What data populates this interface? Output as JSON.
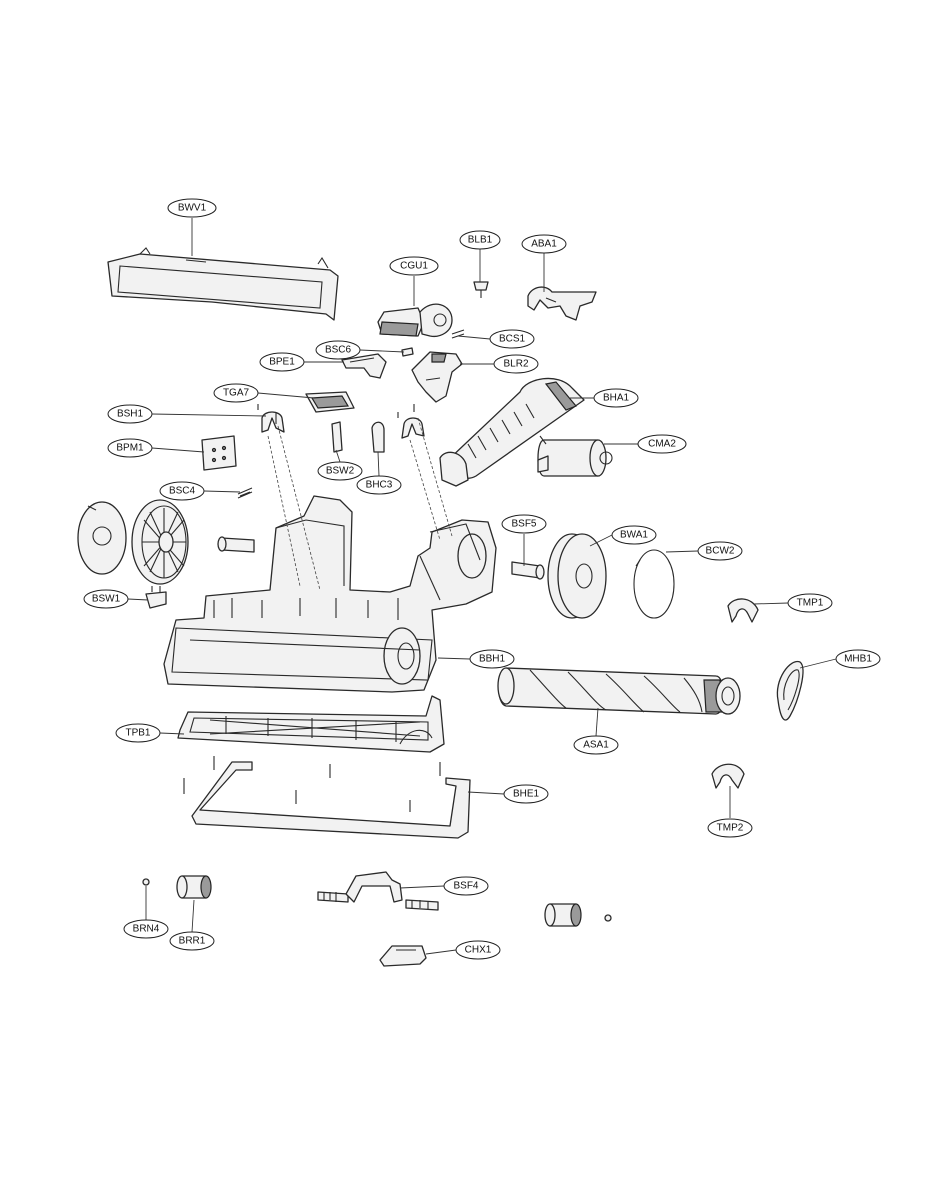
{
  "labels": {
    "bwv1": "BWV1",
    "cgu1": "CGU1",
    "blb1": "BLB1",
    "aba1": "ABA1",
    "bcs1": "BCS1",
    "bsc6": "BSC6",
    "bpe1": "BPE1",
    "blr2": "BLR2",
    "tga7": "TGA7",
    "bha1": "BHA1",
    "bsh1": "BSH1",
    "cma2": "CMA2",
    "bpm1": "BPM1",
    "bsw2": "BSW2",
    "bhc3": "BHC3",
    "bsc4": "BSC4",
    "bsf5": "BSF5",
    "bwa1": "BWA1",
    "bcw2": "BCW2",
    "bsw1": "BSW1",
    "tmp1": "TMP1",
    "bbh1": "BBH1",
    "mhb1": "MHB1",
    "asa1": "ASA1",
    "tpb1": "TPB1",
    "bhe1": "BHE1",
    "tmp2": "TMP2",
    "bsf4": "BSF4",
    "brn4": "BRN4",
    "brr1": "BRR1",
    "chx1": "CHX1"
  }
}
